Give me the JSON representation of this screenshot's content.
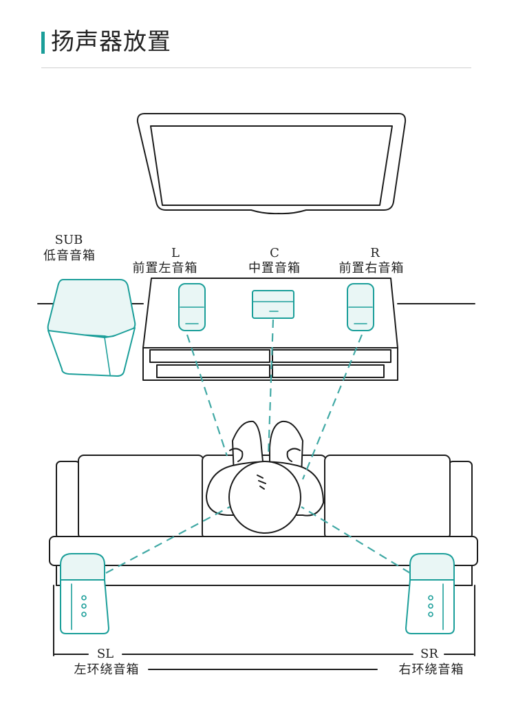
{
  "page": {
    "title": "扬声器放置"
  },
  "colors": {
    "accent": "#1a9e99",
    "line": "#1b1b1b",
    "guide": "#41a9a5",
    "fill": "#e9f6f5"
  },
  "speakers": {
    "sub": {
      "code": "SUB",
      "name": "低音音箱"
    },
    "front_left": {
      "code": "L",
      "name": "前置左音箱"
    },
    "center": {
      "code": "C",
      "name": "中置音箱"
    },
    "front_right": {
      "code": "R",
      "name": "前置右音箱"
    },
    "surround_left": {
      "code": "SL",
      "name": "左环绕音箱"
    },
    "surround_right": {
      "code": "SR",
      "name": "右环绕音箱"
    }
  }
}
